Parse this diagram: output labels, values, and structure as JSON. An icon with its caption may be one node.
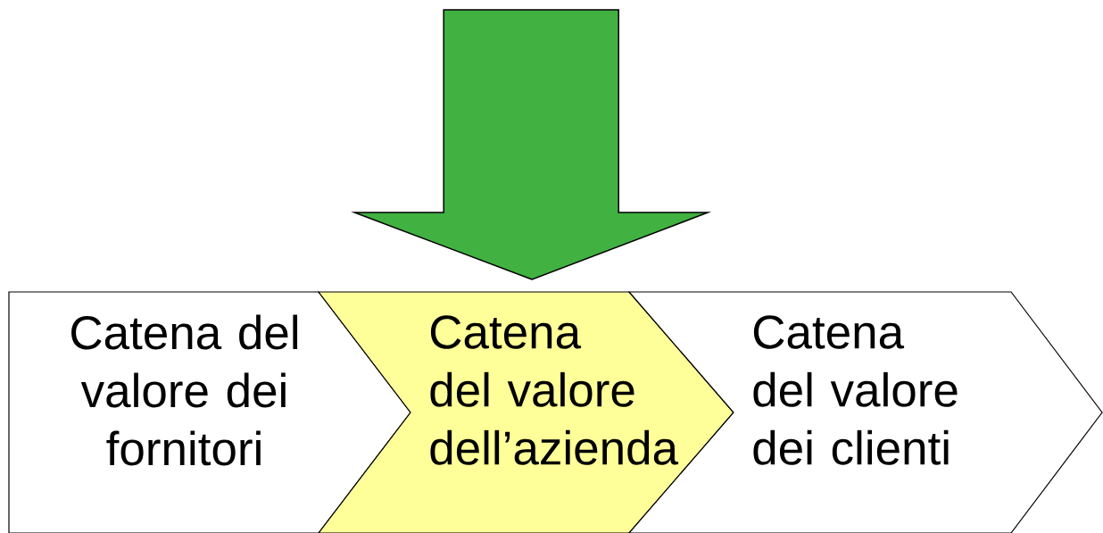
{
  "diagram": {
    "nodes": [
      {
        "text": [
          "Catena del valore dei fornitori"
        ]
      },
      {
        "text": [
          "Catena del valore dell’azienda"
        ]
      },
      {
        "text": [
          "Catena del valore dei clienti"
        ]
      }
    ],
    "edges": [
      {
        "from": null,
        "to": 1,
        "arrow": "to",
        "style": "thick",
        "color": "#41b141"
      }
    ]
  }
}
